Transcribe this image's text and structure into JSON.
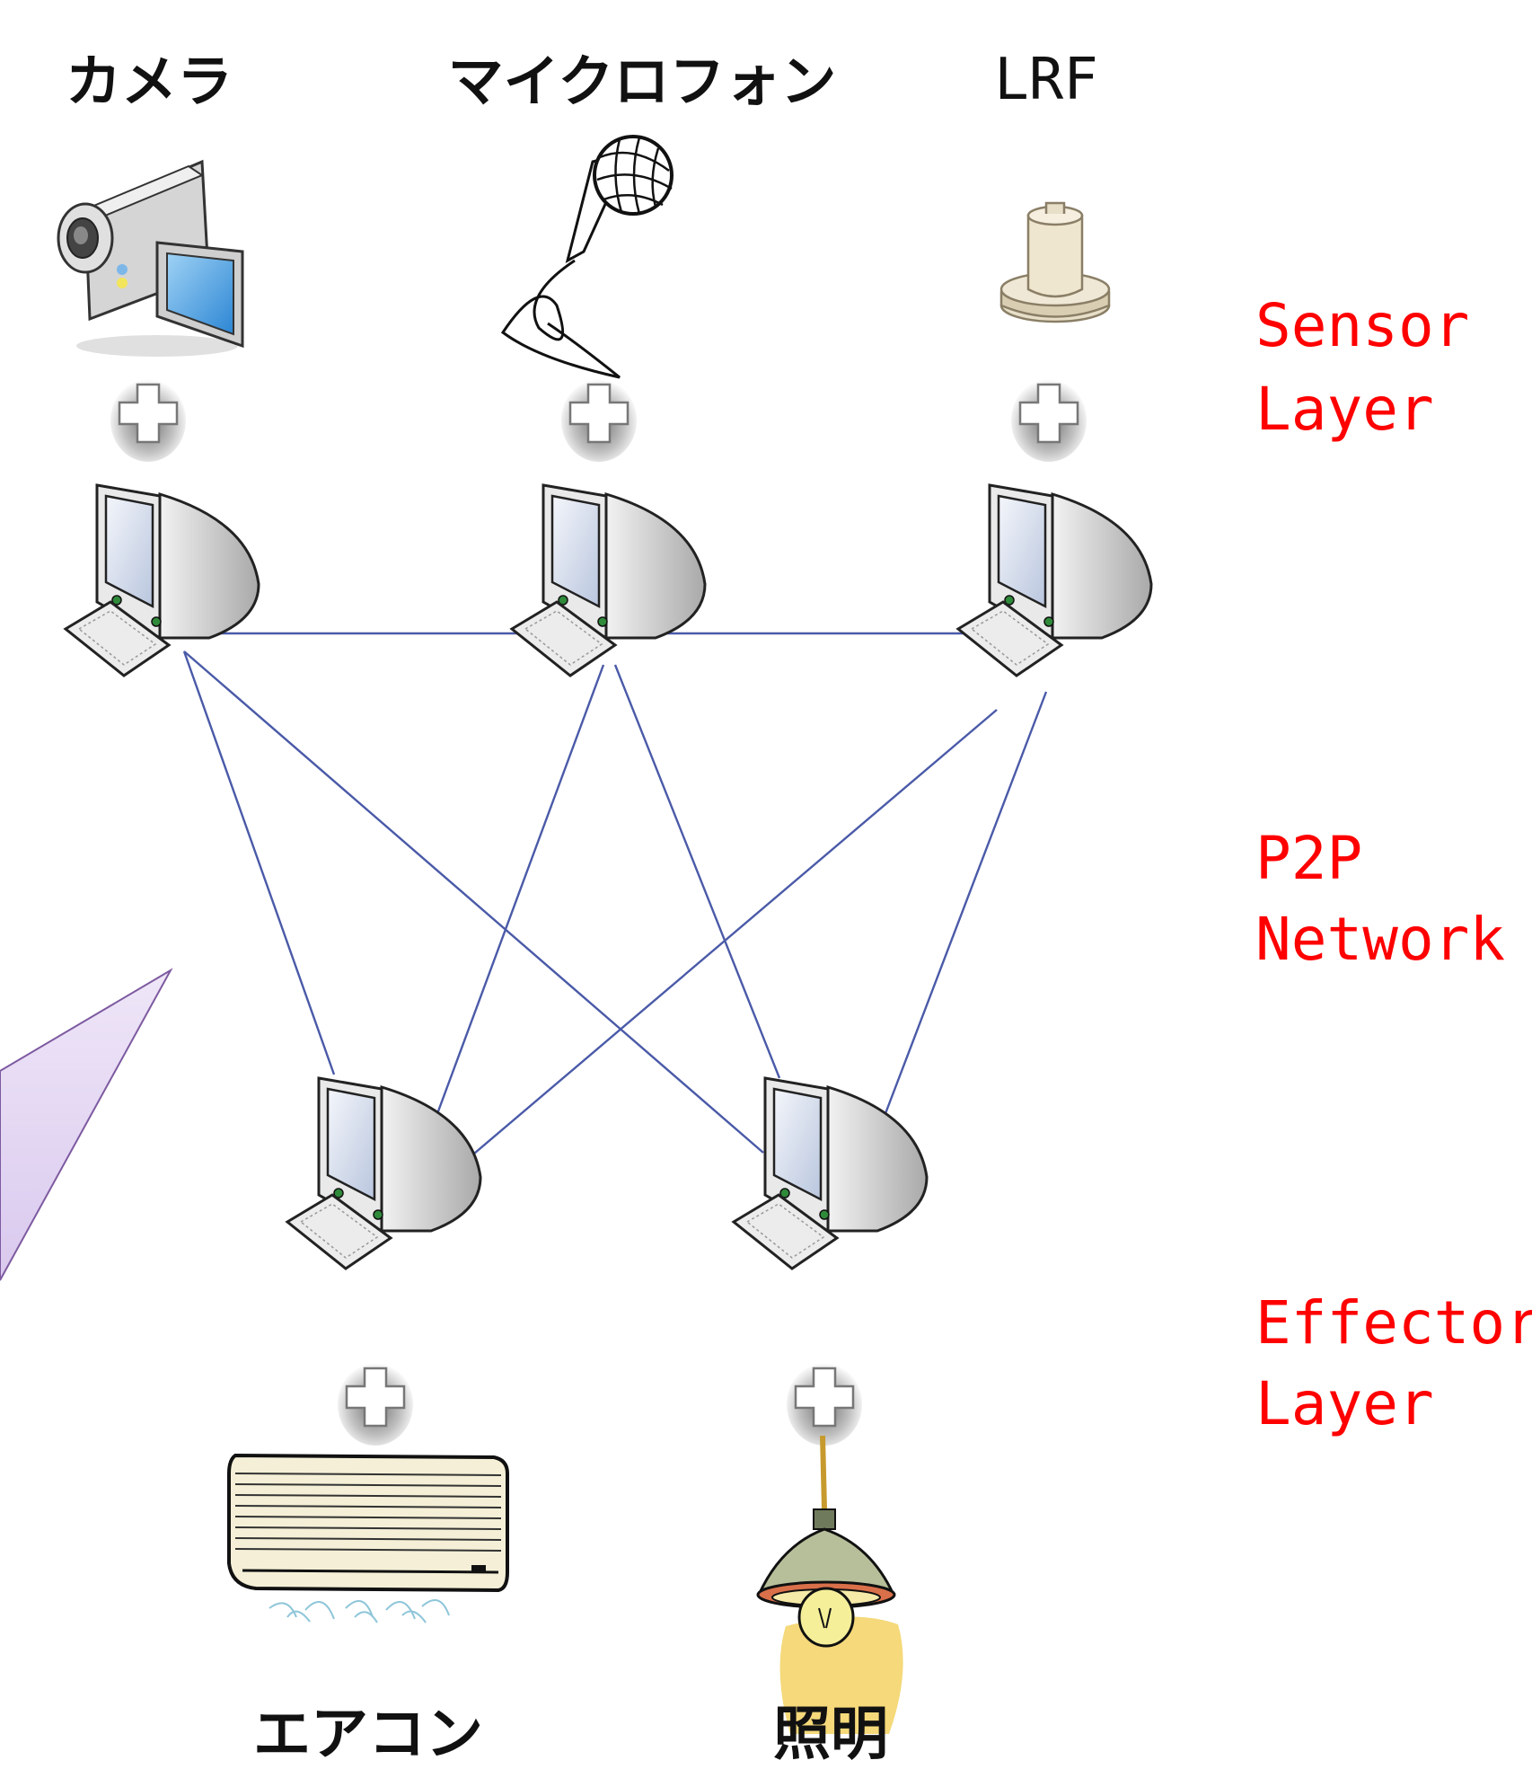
{
  "sensors": {
    "camera_label": "カメラ",
    "microphone_label": "マイクロフォン",
    "lrf_label": "LRF"
  },
  "layers": {
    "sensor_line1": "Sensor",
    "sensor_line2": "Layer",
    "p2p_line1": "P2P",
    "p2p_line2": "Network",
    "effectors_line1": "Effectors",
    "effectors_line2": "Layer"
  },
  "effectors": {
    "aircon_label": "エアコン",
    "lighting_label": "照明"
  },
  "colors": {
    "layer_text": "#ff0000",
    "network_line": "#4a5aa8",
    "callout_fill": "#e6daf2",
    "light_glow": "#f5d97a"
  },
  "icons": [
    "video-camera-icon",
    "microphone-icon",
    "lrf-sensor-icon",
    "computer-icon",
    "plus-icon",
    "air-conditioner-icon",
    "pendant-lamp-icon"
  ]
}
